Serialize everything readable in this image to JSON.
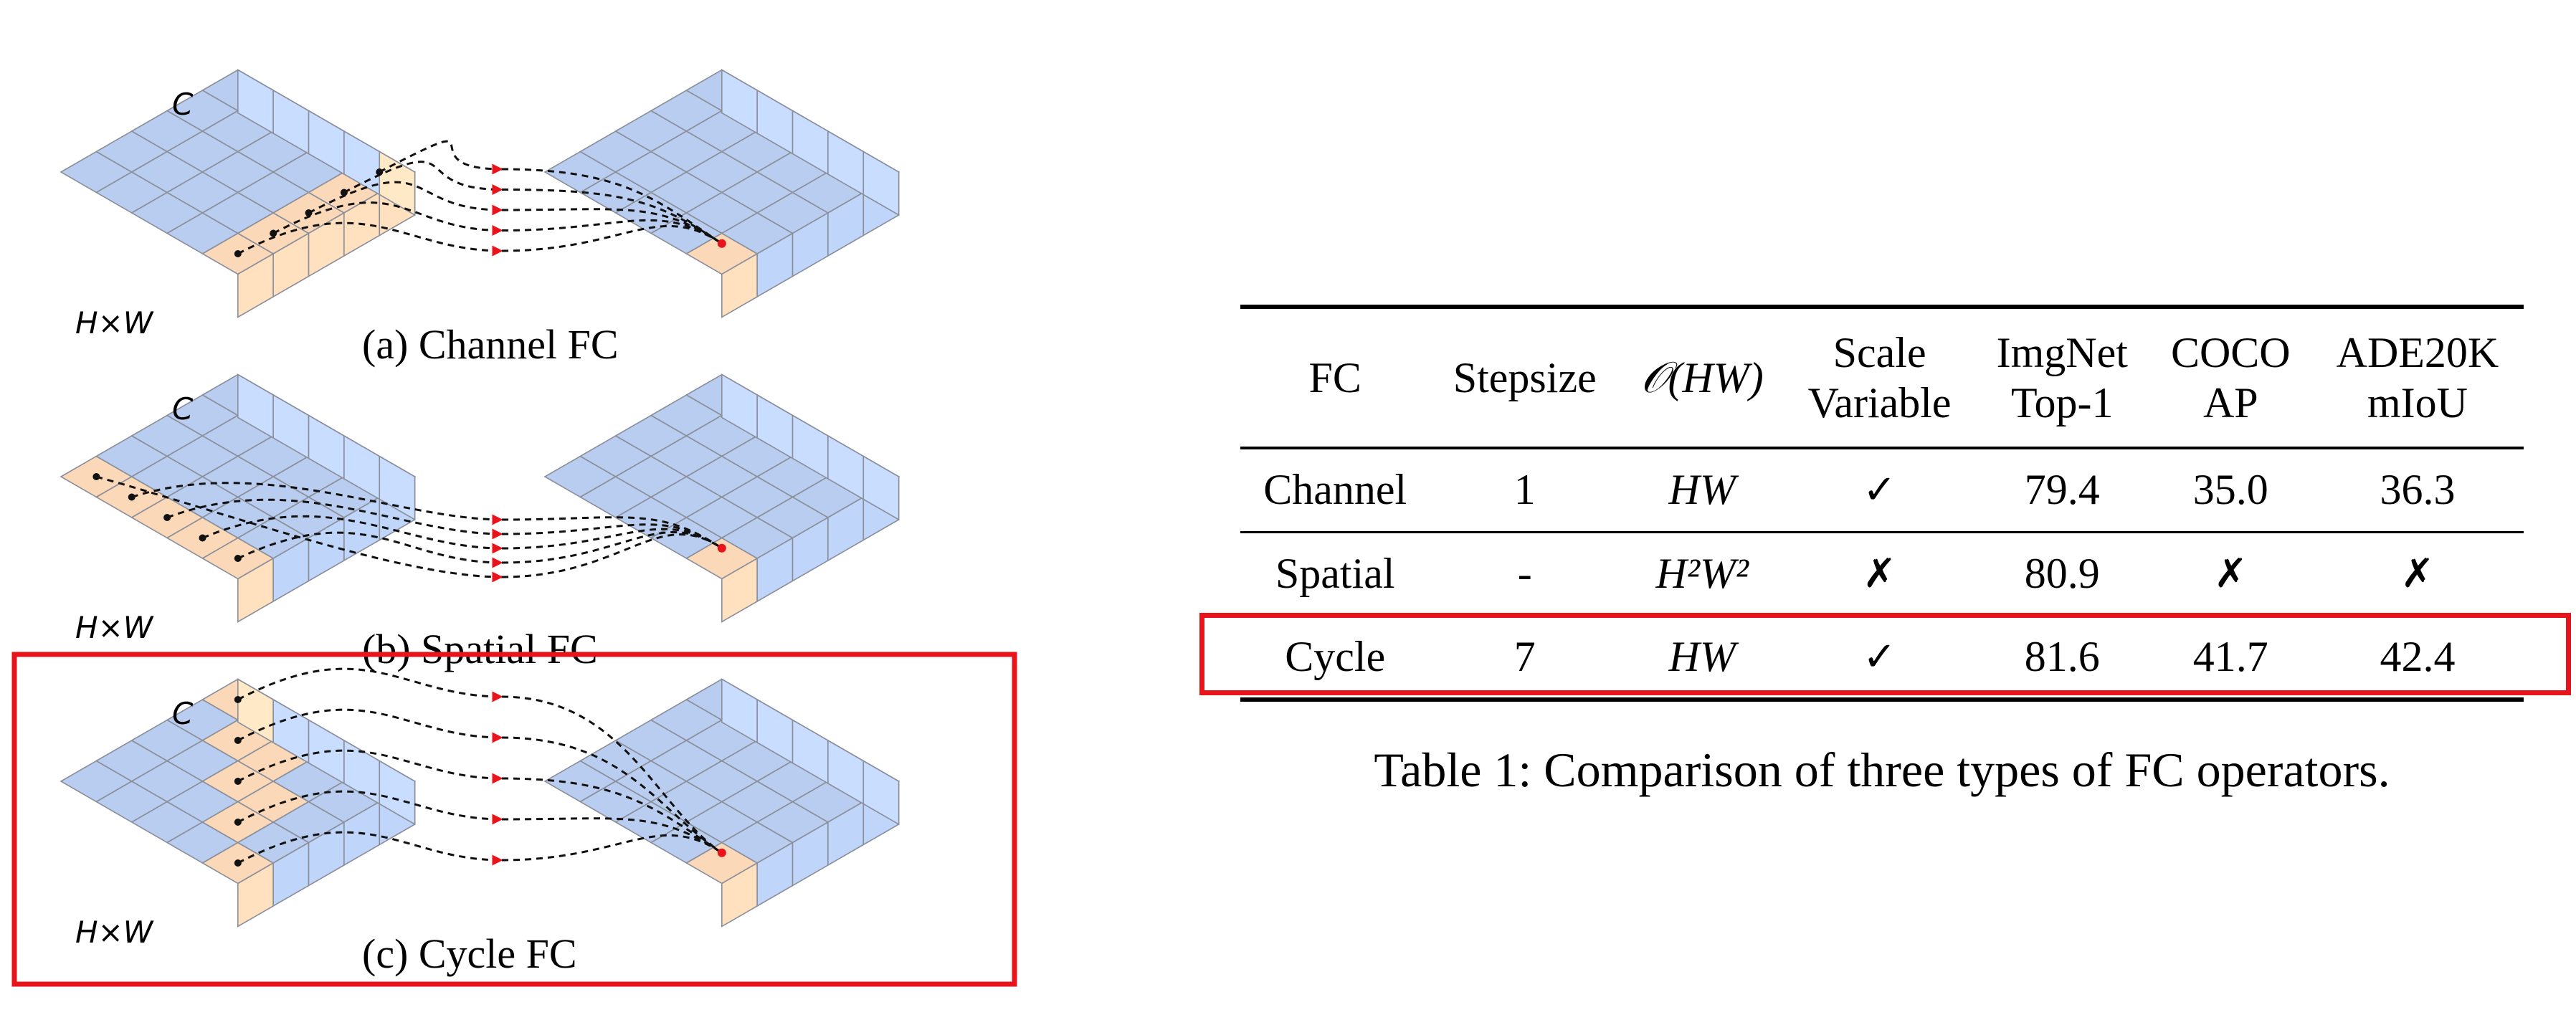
{
  "figure": {
    "panels": [
      {
        "id": "a",
        "caption": "(a) Channel FC",
        "channel_label": "C",
        "spatial_label": "H×W"
      },
      {
        "id": "b",
        "caption": "(b) Spatial FC",
        "channel_label": "C",
        "spatial_label": "H×W"
      },
      {
        "id": "c",
        "caption": "(c) Cycle FC",
        "channel_label": "C",
        "spatial_label": "H×W"
      }
    ],
    "colors": {
      "cube_blue": "#b9cdf0",
      "cube_orange": "#fbd8b8",
      "arrow_red": "#e8141b",
      "highlight_red": "#e8141b"
    },
    "highlighted_panel": "c"
  },
  "table": {
    "headers": [
      [
        "FC"
      ],
      [
        "Stepsize"
      ],
      [
        "𝒪(HW)"
      ],
      [
        "Scale",
        "Variable"
      ],
      [
        "ImgNet",
        "Top-1"
      ],
      [
        "COCO",
        "AP"
      ],
      [
        "ADE20K",
        "mIoU"
      ]
    ],
    "rows": [
      [
        "Channel",
        "1",
        "HW",
        "✓",
        "79.4",
        "35.0",
        "36.3"
      ],
      [
        "Spatial",
        "-",
        "H²W²",
        "✗",
        "80.9",
        "✗",
        "✗"
      ],
      [
        "Cycle",
        "7",
        "HW",
        "✓",
        "81.6",
        "41.7",
        "42.4"
      ]
    ],
    "highlighted_row": "Cycle",
    "caption": "Table 1: Comparison of three types of FC operators."
  }
}
